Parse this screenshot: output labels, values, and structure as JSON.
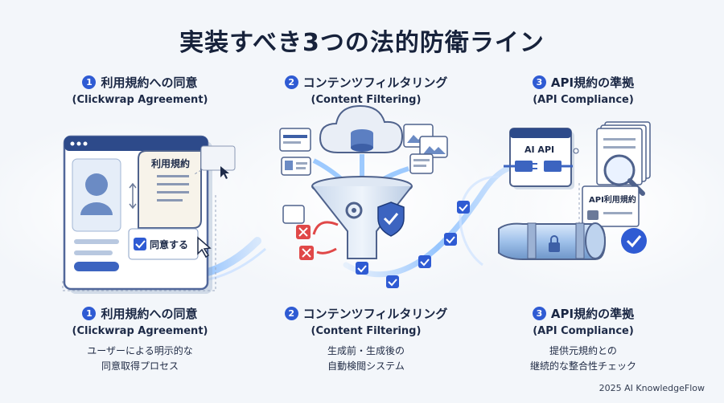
{
  "title": "実装すべき3つの法的防衛ライン",
  "sections": [
    {
      "number": "1",
      "title_ja": "利用規約への同意",
      "title_en": "(Clickwrap Agreement)",
      "desc_line1": "ユーザーによる明示的な",
      "desc_line2": "同意取得プロセス",
      "doc_label": "利用規約",
      "checkbox_label": "同意する"
    },
    {
      "number": "2",
      "title_ja": "コンテンツフィルタリング",
      "title_en": "(Content Filtering)",
      "desc_line1": "生成前・生成後の",
      "desc_line2": "自動検閲システム"
    },
    {
      "number": "3",
      "title_ja": "API規約の準拠",
      "title_en": "(API Compliance)",
      "desc_line1": "提供元規約との",
      "desc_line2": "継続的な整合性チェック",
      "window_label": "AI API",
      "doc_label": "API利用規約"
    }
  ],
  "footer": "2025 AI KnowledgeFlow"
}
